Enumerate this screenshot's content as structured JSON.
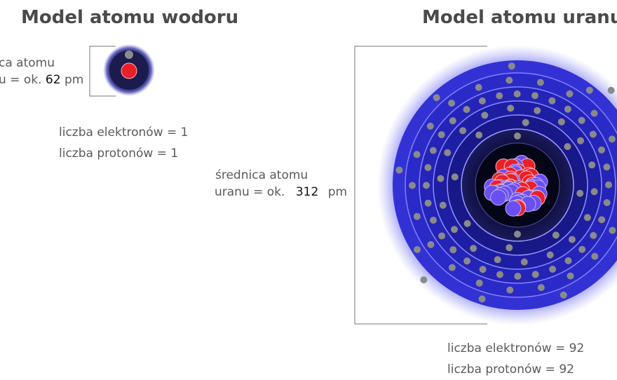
{
  "hydrogen": {
    "title": "Model atomu wodoru",
    "diameter_line1": "ca atomu",
    "diameter_line2_prefix": "u = ok.",
    "diameter_value": "62",
    "diameter_unit": "pm",
    "electrons_label": "liczba elektronów = 1",
    "protons_label": "liczba protonów = 1"
  },
  "uranium": {
    "title": "Model atomu uranu",
    "diameter_line1": "średnica atomu",
    "diameter_line2_prefix": "uranu = ok.",
    "diameter_value": "312",
    "diameter_unit": "pm",
    "electrons_label": "liczba elektronów = 92",
    "protons_label": "liczba protonów = 92"
  },
  "colors": {
    "proton": "#e8202a",
    "neutron": "#6a4ff0",
    "electron": "#8a8a8a",
    "shell_blue": "#2f2fd0",
    "core_dark": "#0d0d35"
  }
}
